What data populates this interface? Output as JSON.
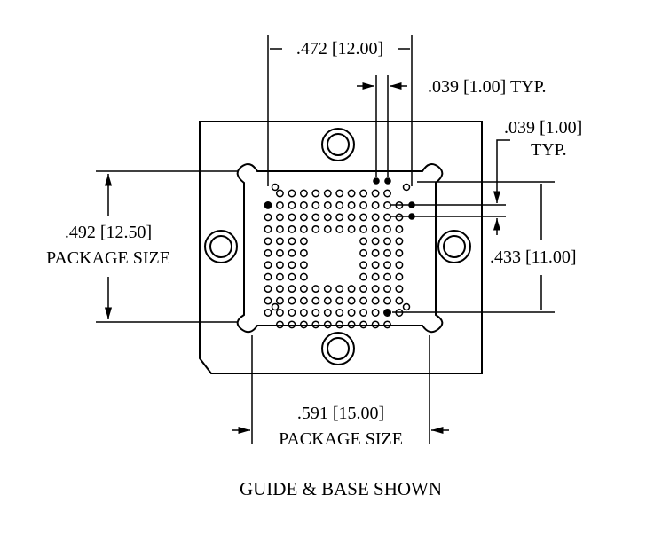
{
  "labels": {
    "top_width": ".472 [12.00]",
    "pitch_typ_top": ".039 [1.00] TYP.",
    "pitch_right_value": ".039 [1.00]",
    "pitch_right_typ": "TYP.",
    "left_value": ".492 [12.50]",
    "left_caption": "PACKAGE SIZE",
    "right_value": ".433 [11.00]",
    "bottom_value": ".591 [15.00]",
    "bottom_caption": "PACKAGE SIZE",
    "footer_caption": "GUIDE & BASE SHOWN"
  },
  "ball_grid": {
    "rows": 12,
    "cols": 12,
    "empty_center_rows": [
      4,
      7
    ],
    "empty_center_cols": [
      4,
      7
    ]
  },
  "colors": {
    "line": "#000000",
    "background": "#ffffff"
  }
}
